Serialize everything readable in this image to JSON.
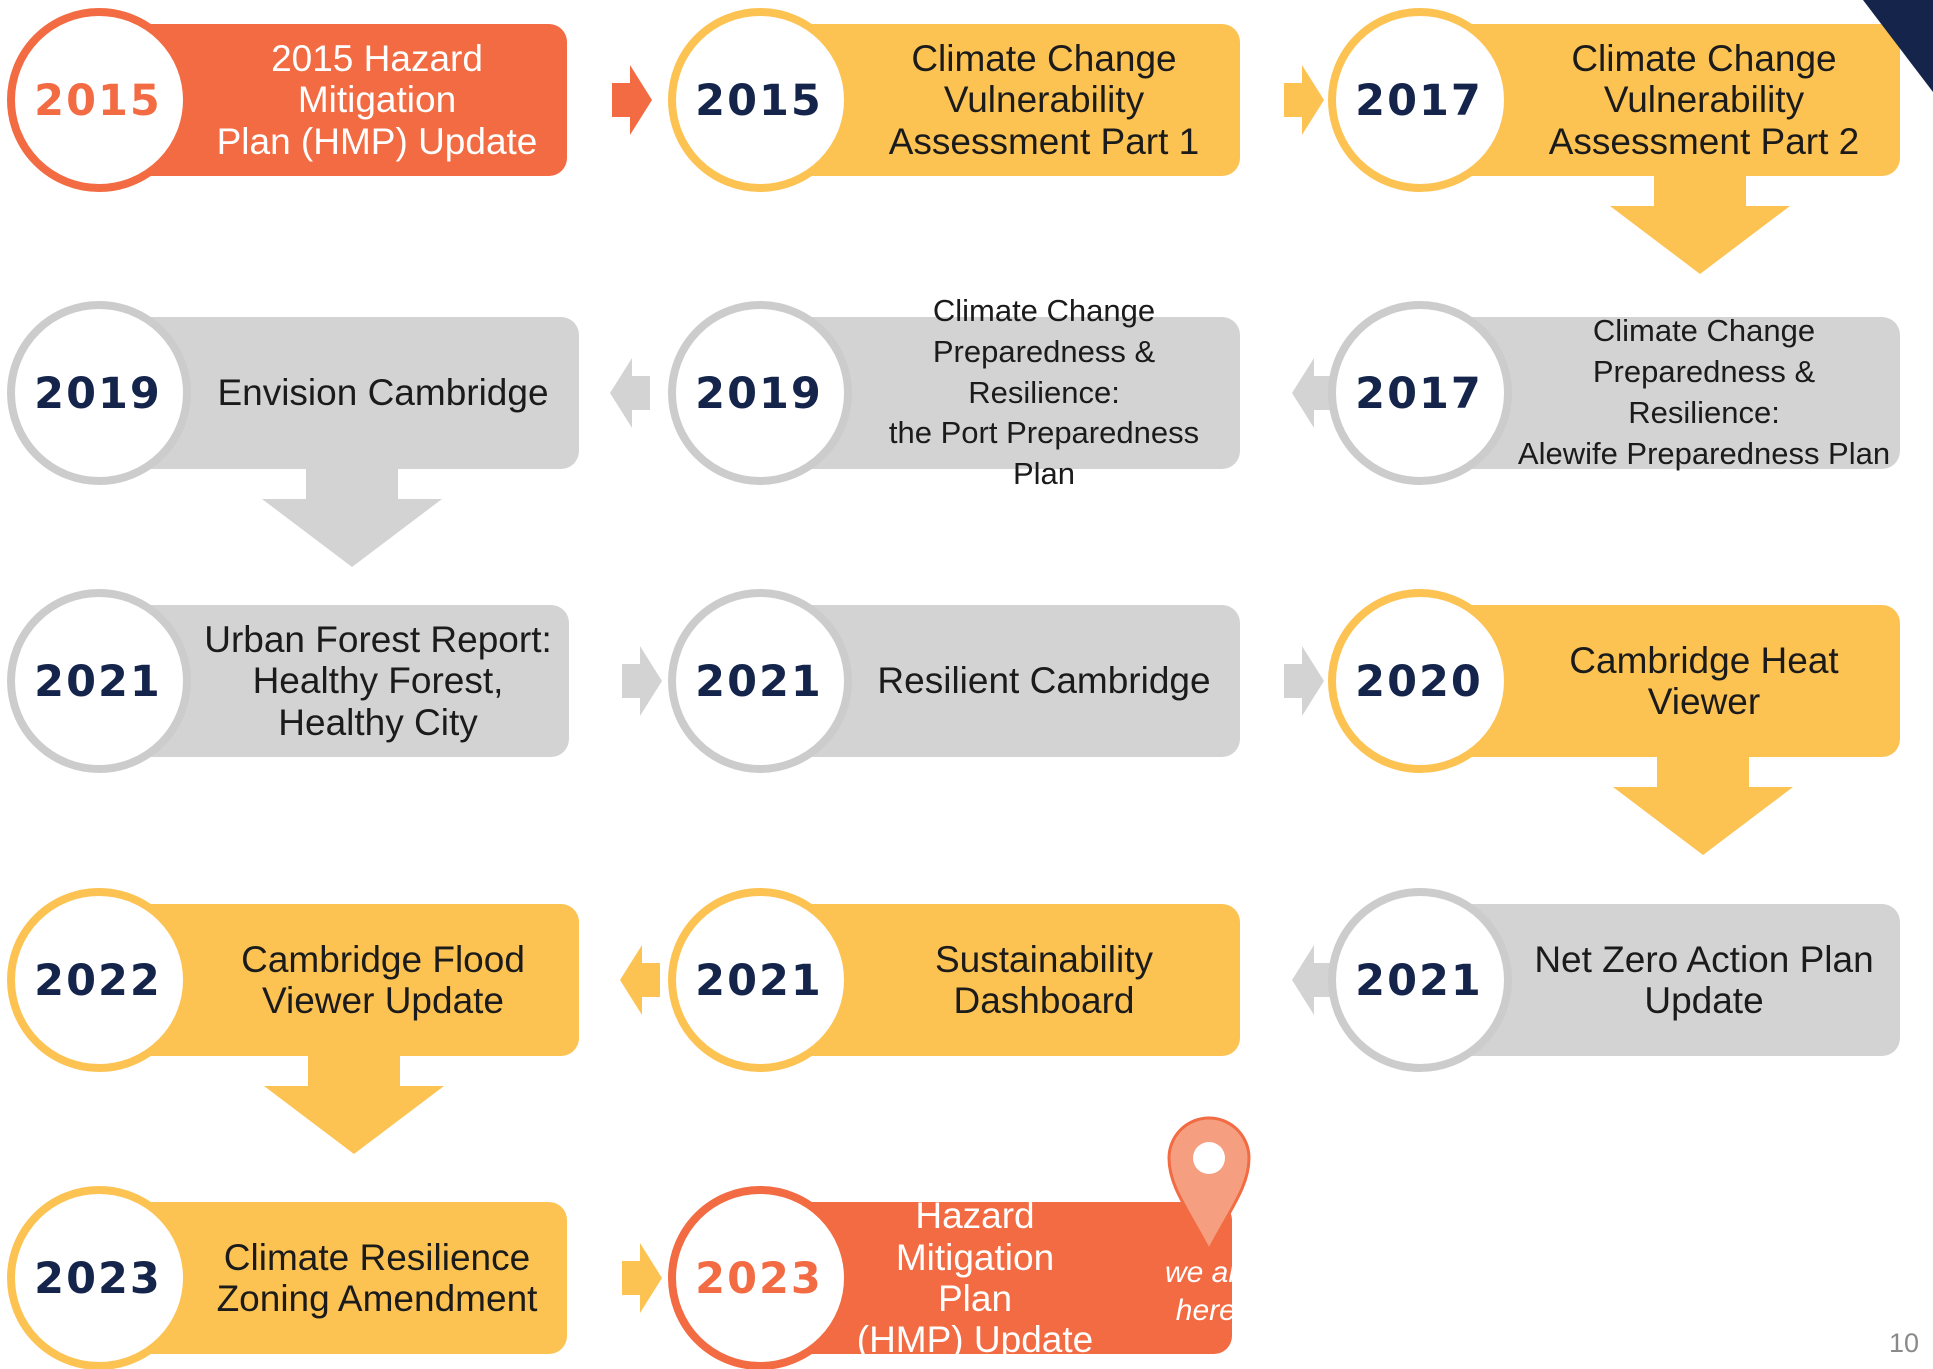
{
  "colors": {
    "orange": "#F26B42",
    "yellow": "#FCC353",
    "gray": "#D3D3D3",
    "gray_circle_border": "#CCCCCC",
    "navy": "#14244A",
    "pin": "#F59E80",
    "white": "#FFFFFF"
  },
  "corner_tab": {
    "color": "#14244A"
  },
  "steps": [
    {
      "year": "2015",
      "label": "2015 Hazard Mitigation\nPlan (HMP) Update",
      "color": "orange"
    },
    {
      "year": "2015",
      "label": "Climate Change\nVulnerability\nAssessment Part 1",
      "color": "yellow"
    },
    {
      "year": "2017",
      "label": "Climate Change\nVulnerability\nAssessment Part 2",
      "color": "yellow"
    },
    {
      "year": "2017",
      "label": "Climate Change\nPreparedness & Resilience:\nAlewife Preparedness Plan",
      "color": "gray"
    },
    {
      "year": "2019",
      "label": "Climate Change\nPreparedness & Resilience:\nthe Port Preparedness Plan",
      "color": "gray"
    },
    {
      "year": "2019",
      "label": "Envision Cambridge",
      "color": "gray"
    },
    {
      "year": "2021",
      "label": "Urban Forest Report:\nHealthy Forest,\nHealthy City",
      "color": "gray"
    },
    {
      "year": "2021",
      "label": "Resilient Cambridge",
      "color": "gray"
    },
    {
      "year": "2020",
      "label": "Cambridge Heat Viewer",
      "color": "yellow"
    },
    {
      "year": "2021",
      "label": "Net Zero Action Plan\nUpdate",
      "color": "gray"
    },
    {
      "year": "2021",
      "label": "Sustainability\nDashboard",
      "color": "yellow"
    },
    {
      "year": "2022",
      "label": "Cambridge Flood\nViewer Update",
      "color": "yellow"
    },
    {
      "year": "2023",
      "label": "Climate Resilience\nZoning Amendment",
      "color": "yellow"
    },
    {
      "year": "2023",
      "label": "Hazard\nMitigation Plan\n(HMP) Update",
      "color": "orange"
    }
  ],
  "location_marker": {
    "icon": "map-pin-icon",
    "text": "we are\nhere!"
  },
  "page_number": "10"
}
